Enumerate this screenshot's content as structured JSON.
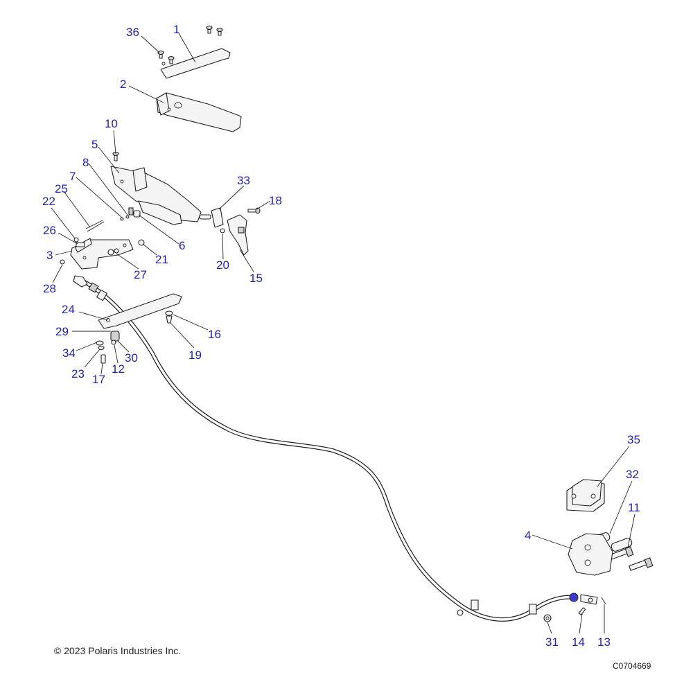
{
  "diagram": {
    "callouts": [
      {
        "id": "c1",
        "label": "1"
      },
      {
        "id": "c2",
        "label": "2"
      },
      {
        "id": "c3",
        "label": "3"
      },
      {
        "id": "c4",
        "label": "4"
      },
      {
        "id": "c5",
        "label": "5"
      },
      {
        "id": "c6",
        "label": "6"
      },
      {
        "id": "c7",
        "label": "7"
      },
      {
        "id": "c8",
        "label": "8"
      },
      {
        "id": "c10",
        "label": "10"
      },
      {
        "id": "c11",
        "label": "11"
      },
      {
        "id": "c12",
        "label": "12"
      },
      {
        "id": "c13",
        "label": "13"
      },
      {
        "id": "c14",
        "label": "14"
      },
      {
        "id": "c15",
        "label": "15"
      },
      {
        "id": "c16",
        "label": "16"
      },
      {
        "id": "c17",
        "label": "17"
      },
      {
        "id": "c18",
        "label": "18"
      },
      {
        "id": "c19",
        "label": "19"
      },
      {
        "id": "c20",
        "label": "20"
      },
      {
        "id": "c21",
        "label": "21"
      },
      {
        "id": "c22",
        "label": "22"
      },
      {
        "id": "c23",
        "label": "23"
      },
      {
        "id": "c24",
        "label": "24"
      },
      {
        "id": "c25",
        "label": "25"
      },
      {
        "id": "c26",
        "label": "26"
      },
      {
        "id": "c27",
        "label": "27"
      },
      {
        "id": "c28",
        "label": "28"
      },
      {
        "id": "c29",
        "label": "29"
      },
      {
        "id": "c30",
        "label": "30"
      },
      {
        "id": "c31",
        "label": "31"
      },
      {
        "id": "c32",
        "label": "32"
      },
      {
        "id": "c33",
        "label": "33"
      },
      {
        "id": "c34",
        "label": "34"
      },
      {
        "id": "c35",
        "label": "35"
      },
      {
        "id": "c36",
        "label": "36"
      }
    ]
  },
  "footer": {
    "copyright": "© 2023 Polaris Industries Inc.",
    "figure_id": "C0704669"
  },
  "colors": {
    "callout_text": "#1f1fb4",
    "line": "#222222",
    "part_fill": "#f4f4f4",
    "background": "#ffffff"
  }
}
